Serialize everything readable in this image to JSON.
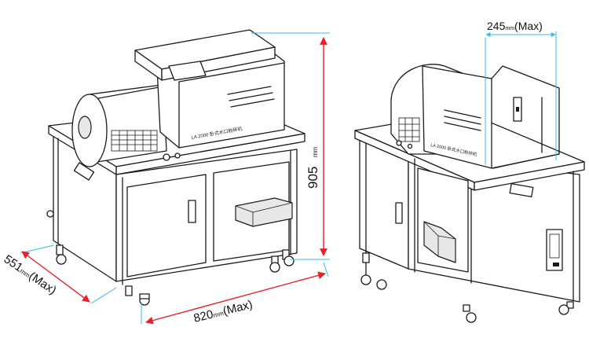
{
  "colors": {
    "dimension_line": "#e8202a",
    "extension_line": "#33bde6",
    "outline": "#1a1a1a"
  },
  "dimensions": {
    "depth": {
      "value": "551",
      "unit": "mm",
      "suffix": "(Max)"
    },
    "width": {
      "value": "820",
      "unit": "mm",
      "suffix": "(Max)"
    },
    "height": {
      "value": "905",
      "unit": "mm"
    },
    "door_open": {
      "value": "245",
      "unit": "mm",
      "suffix": "(Max)"
    }
  },
  "machine": {
    "front_label": "LA 2000 卧式水口粉碎机",
    "rear_label": "LA 2000 卧式水口粉碎机"
  }
}
